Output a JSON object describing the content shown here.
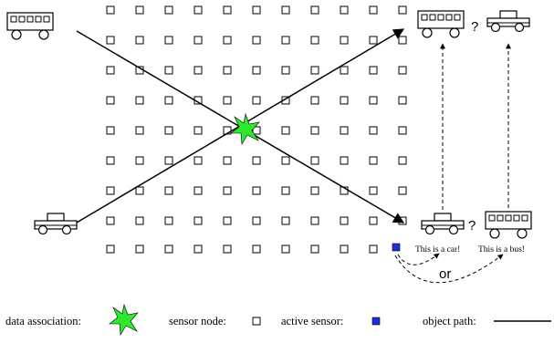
{
  "diagram": {
    "question_mark": "?",
    "car_label": "This is a car!",
    "bus_label": "This is a bus!",
    "or_label": "or"
  },
  "legend": {
    "data_association": "data association:",
    "sensor_node": "sensor node:",
    "active_sensor": "active sensor:",
    "object_path": "object path:"
  },
  "colors": {
    "star": "#2ee82e",
    "active_sensor": "#1f2fd6",
    "line": "#000000"
  },
  "icons": [
    "bus-icon",
    "car-icon",
    "sensor-node-icon",
    "active-sensor-icon",
    "star-icon"
  ]
}
